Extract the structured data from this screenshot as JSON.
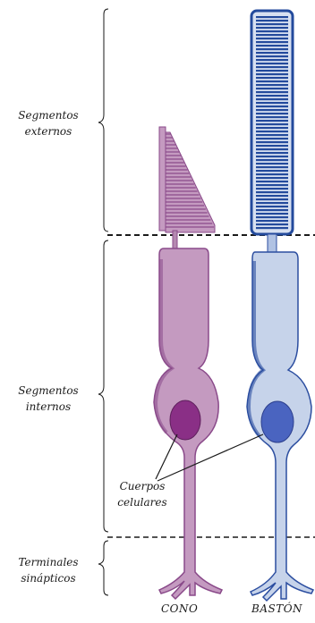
{
  "labels": {
    "outer_segments": [
      "Segmentos",
      "externos"
    ],
    "inner_segments": [
      "Segmentos",
      "internos"
    ],
    "synaptic_terminals": [
      "Terminales",
      "sinápticos"
    ],
    "cell_bodies": [
      "Cuerpos",
      "celulares"
    ]
  },
  "cells": {
    "cone": "CONO",
    "rod": "BASTÓN"
  },
  "colors": {
    "cone_fill": "#c49ac0",
    "cone_edge": "#8a4a8a",
    "cone_nucleus": "#8a2f86",
    "rod_fill": "#c6d3ea",
    "rod_edge": "#2c4ea0",
    "rod_nucleus": "#4a64c0",
    "rod_disc": "#234a9c",
    "lines": "#1a1a1a"
  }
}
